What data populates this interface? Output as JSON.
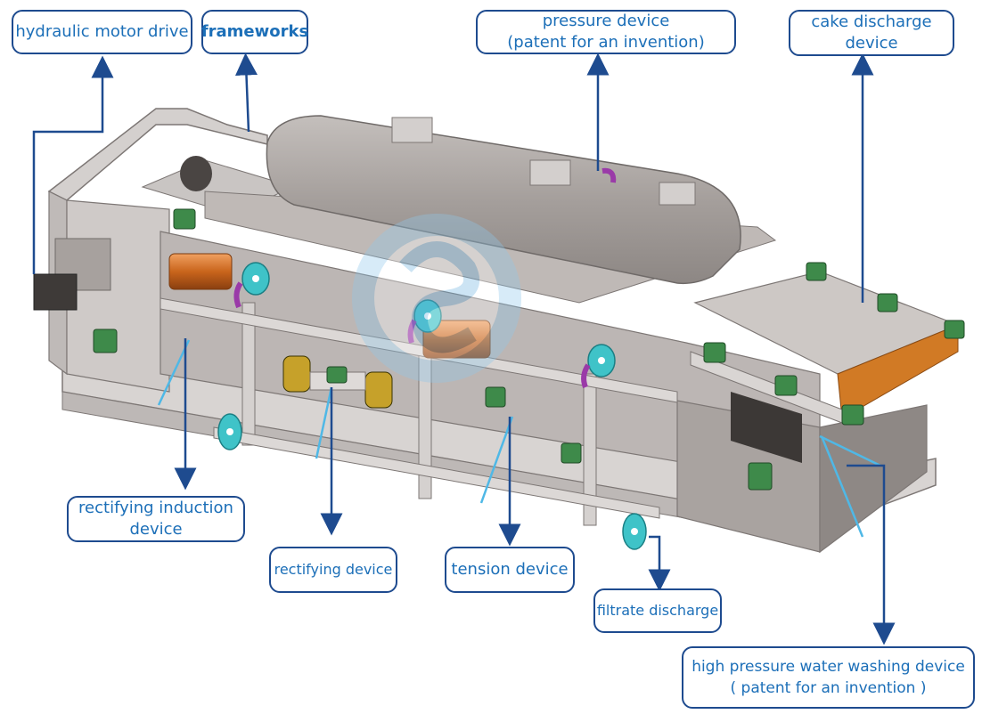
{
  "labels": {
    "hydraulic_motor_drive": "hydraulic motor drive",
    "frameworks": "frameworks",
    "pressure_device_l1": "pressure device",
    "pressure_device_l2": "(patent for an invention)",
    "cake_discharge_l1": "cake discharge",
    "cake_discharge_l2": "device",
    "rectifying_induction_l1": "rectifying induction",
    "rectifying_induction_l2": "device",
    "rectifying_device": "rectifying device",
    "tension_device": "tension device",
    "filtrate_discharge": "filtrate discharge",
    "hp_washing_l1": "high pressure water washing device",
    "hp_washing_l2": "( patent for an invention )"
  },
  "colors": {
    "label_border": "#1e4b8f",
    "label_text": "#1c6fb8",
    "leader_arrow": "#1e4b8f",
    "pointer_line": "#4fb8e6",
    "machine_frame": "#b9b4b1",
    "machine_body": "#a39c99",
    "flange_teal": "#3fc3c8",
    "roller_orange": "#cf6a1f",
    "bearing_green": "#3e8a4a",
    "pipe_purple": "#9a3aa8"
  }
}
